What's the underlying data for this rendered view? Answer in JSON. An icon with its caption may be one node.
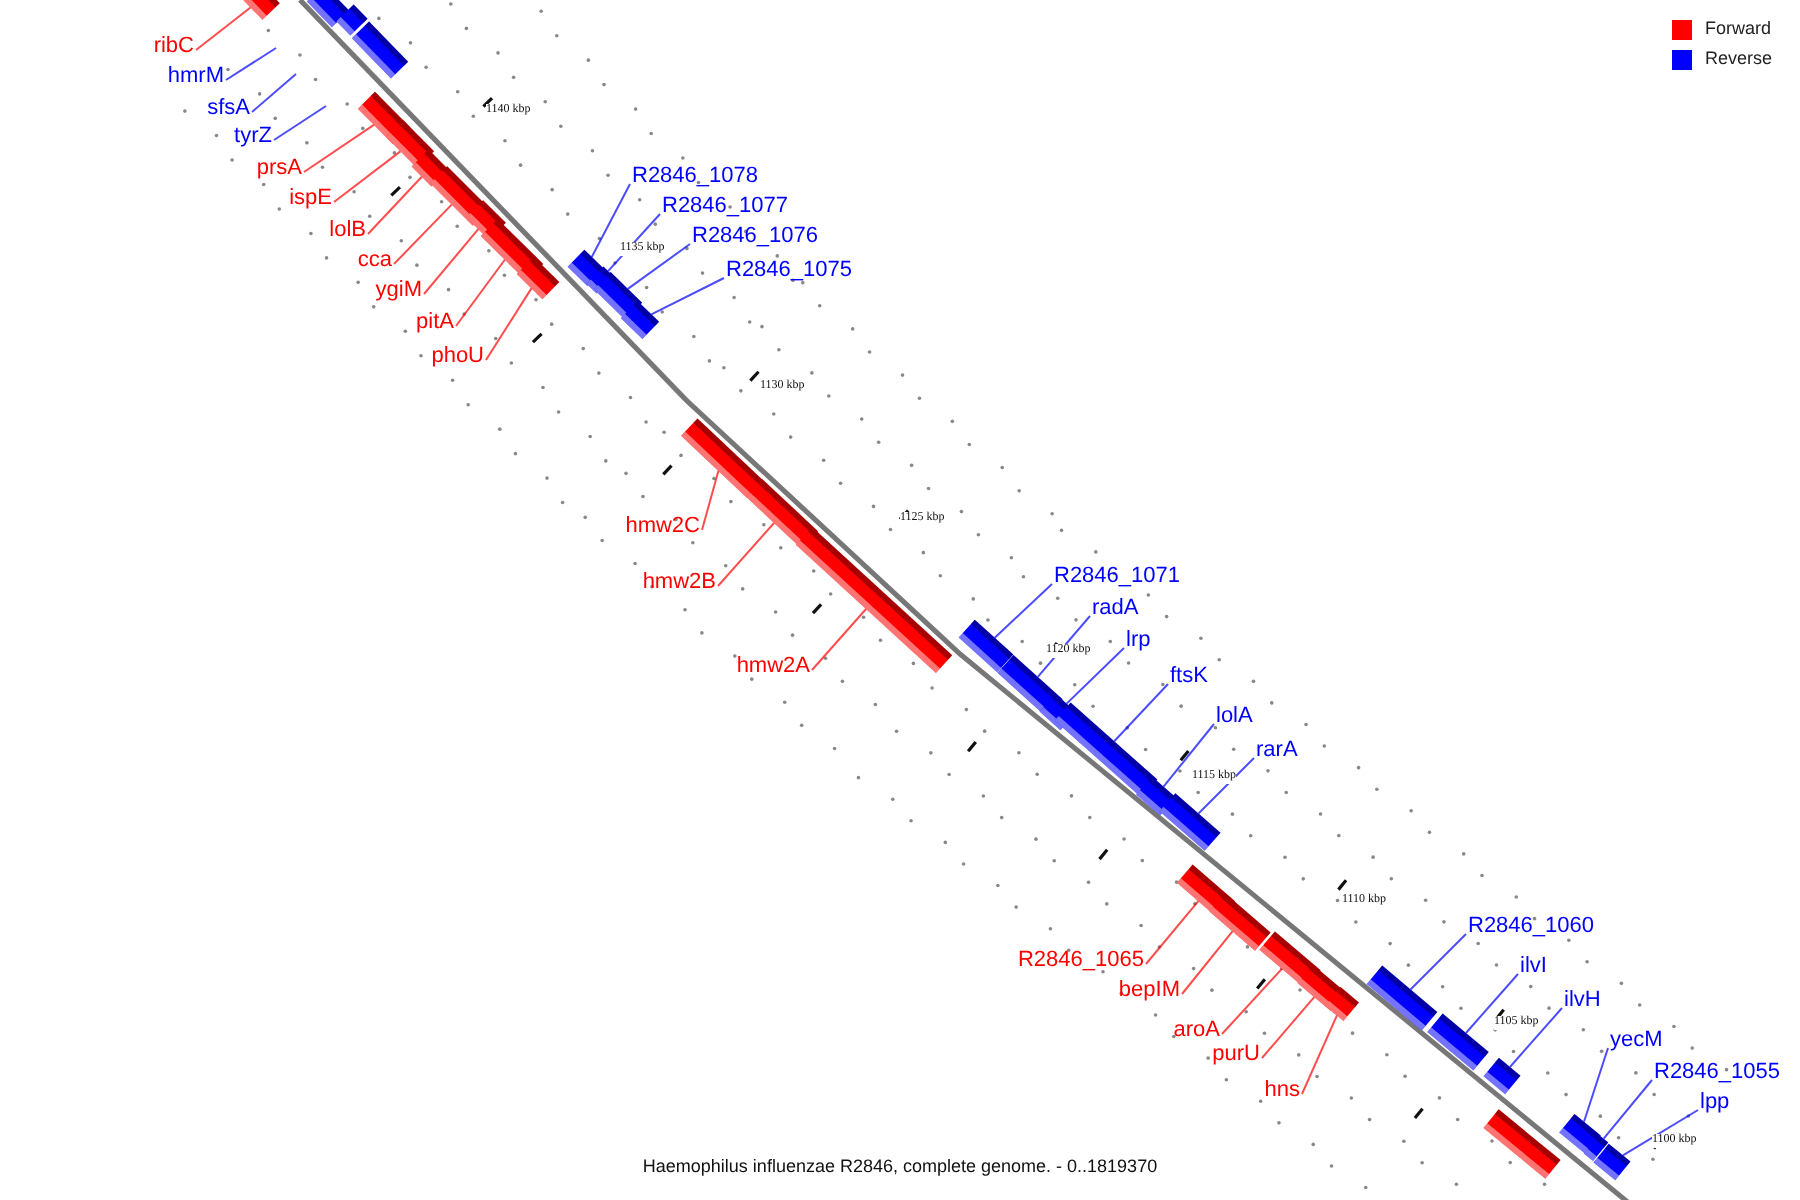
{
  "diagram": {
    "caption": "Haemophilus influenzae R2846, complete genome. - 0..1819370",
    "nodes": [
      {
        "text": [
          "ribC"
        ]
      },
      {
        "text": [],
        "shape": "bar"
      },
      {
        "text": [
          "hmrM"
        ]
      },
      {
        "text": [
          "sfsA"
        ]
      },
      {
        "text": [
          "tyrZ"
        ]
      },
      {
        "text": [],
        "shape": "bar"
      },
      {
        "text": [],
        "shape": "bar"
      },
      {
        "text": [],
        "shape": "bar"
      },
      {
        "text": [
          "prsA"
        ]
      },
      {
        "text": [],
        "shape": "bar"
      },
      {
        "text": [
          "ispE"
        ]
      },
      {
        "text": [],
        "shape": "bar"
      },
      {
        "text": [
          "lolB"
        ]
      },
      {
        "text": [],
        "shape": "bar"
      },
      {
        "text": [
          "cca"
        ]
      },
      {
        "text": [],
        "shape": "bar"
      },
      {
        "text": [
          "ygiM"
        ]
      },
      {
        "text": [],
        "shape": "bar"
      },
      {
        "text": [
          "pitA"
        ]
      },
      {
        "text": [],
        "shape": "bar"
      },
      {
        "text": [
          "phoU"
        ]
      },
      {
        "text": [],
        "shape": "bar"
      },
      {
        "text": [
          "R2846_1078"
        ]
      },
      {
        "text": [],
        "shape": "bar"
      },
      {
        "text": [
          "R2846_1077"
        ]
      },
      {
        "text": [],
        "shape": "bar"
      },
      {
        "text": [
          "R2846_1076"
        ]
      },
      {
        "text": [],
        "shape": "bar"
      },
      {
        "text": [
          "R2846_1075"
        ]
      },
      {
        "text": [],
        "shape": "bar"
      },
      {
        "text": [
          "hmw2C"
        ]
      },
      {
        "text": [],
        "shape": "bar"
      },
      {
        "text": [
          "hmw2B"
        ]
      },
      {
        "text": [],
        "shape": "bar"
      },
      {
        "text": [
          "hmw2A"
        ]
      },
      {
        "text": [],
        "shape": "bar"
      },
      {
        "text": [
          "R2846_1071"
        ]
      },
      {
        "text": [],
        "shape": "bar"
      },
      {
        "text": [
          "radA"
        ]
      },
      {
        "text": [],
        "shape": "bar"
      },
      {
        "text": [
          "lrp"
        ]
      },
      {
        "text": [],
        "shape": "bar"
      },
      {
        "text": [
          "ftsK"
        ]
      },
      {
        "text": [],
        "shape": "bar"
      },
      {
        "text": [
          "lolA"
        ]
      },
      {
        "text": [],
        "shape": "bar"
      },
      {
        "text": [
          "rarA"
        ]
      },
      {
        "text": [],
        "shape": "bar"
      },
      {
        "text": [
          "R2846_1065"
        ]
      },
      {
        "text": [],
        "shape": "bar"
      },
      {
        "text": [
          "bepIM"
        ]
      },
      {
        "text": [],
        "shape": "bar"
      },
      {
        "text": [
          "aroA"
        ]
      },
      {
        "text": [],
        "shape": "bar"
      },
      {
        "text": [
          "purU"
        ]
      },
      {
        "text": [],
        "shape": "bar"
      },
      {
        "text": [
          "hns"
        ]
      },
      {
        "text": [],
        "shape": "bar"
      },
      {
        "text": [
          "R2846_1060"
        ]
      },
      {
        "text": [],
        "shape": "bar"
      },
      {
        "text": [
          "ilvI"
        ]
      },
      {
        "text": [],
        "shape": "bar"
      },
      {
        "text": [
          "ilvH"
        ]
      },
      {
        "text": [],
        "shape": "bar"
      },
      {
        "text": [
          "yecM"
        ]
      },
      {
        "text": [],
        "shape": "bar"
      },
      {
        "text": [
          "R2846_1055"
        ]
      },
      {
        "text": [],
        "shape": "bar"
      },
      {
        "text": [
          "lpp"
        ]
      },
      {
        "text": [],
        "shape": "bar"
      },
      {
        "text": [],
        "shape": "bar"
      }
    ],
    "edges": [
      {
        "from": 0,
        "to": 1,
        "arrow": "none",
        "color": "#ff0000"
      },
      {
        "from": 2,
        "to": null,
        "arrow": "none"
      },
      {
        "from": 3,
        "to": null,
        "arrow": "none"
      },
      {
        "from": 4,
        "to": null,
        "arrow": "none"
      },
      {
        "from": 8,
        "to": 9,
        "arrow": "none",
        "color": "#ff0000"
      },
      {
        "from": 10,
        "to": 11,
        "arrow": "none",
        "color": "#ff0000"
      },
      {
        "from": 12,
        "to": 13,
        "arrow": "none",
        "color": "#ff0000"
      },
      {
        "from": 14,
        "to": 15,
        "arrow": "none",
        "color": "#ff0000"
      },
      {
        "from": 16,
        "to": 17,
        "arrow": "none",
        "color": "#ff0000"
      },
      {
        "from": 18,
        "to": 19,
        "arrow": "none",
        "color": "#ff0000"
      },
      {
        "from": 20,
        "to": 21,
        "arrow": "none",
        "color": "#ff0000"
      },
      {
        "from": 22,
        "to": 23,
        "arrow": "none"
      },
      {
        "from": 24,
        "to": 25,
        "arrow": "none"
      },
      {
        "from": 26,
        "to": 27,
        "arrow": "none"
      },
      {
        "from": 28,
        "to": 29,
        "arrow": "none"
      },
      {
        "from": 30,
        "to": 31,
        "arrow": "none",
        "color": "#ff0000"
      },
      {
        "from": 32,
        "to": 33,
        "arrow": "none",
        "color": "#ff0000"
      },
      {
        "from": 34,
        "to": 35,
        "arrow": "none",
        "color": "#ff0000"
      },
      {
        "from": 36,
        "to": 37,
        "arrow": "none"
      },
      {
        "from": 38,
        "to": 39,
        "arrow": "none"
      },
      {
        "from": 40,
        "to": 41,
        "arrow": "none"
      },
      {
        "from": 42,
        "to": 43,
        "arrow": "none"
      },
      {
        "from": 44,
        "to": 45,
        "arrow": "none"
      },
      {
        "from": 46,
        "to": 47,
        "arrow": "none"
      },
      {
        "from": 48,
        "to": 49,
        "arrow": "none",
        "color": "#ff0000"
      },
      {
        "from": 50,
        "to": 51,
        "arrow": "none",
        "color": "#ff0000"
      },
      {
        "from": 52,
        "to": 53,
        "arrow": "none",
        "color": "#ff0000"
      },
      {
        "from": 54,
        "to": 55,
        "arrow": "none",
        "color": "#ff0000"
      },
      {
        "from": 56,
        "to": 57,
        "arrow": "none",
        "color": "#ff0000"
      },
      {
        "from": 58,
        "to": 59,
        "arrow": "none"
      },
      {
        "from": 60,
        "to": 61,
        "arrow": "none"
      },
      {
        "from": 62,
        "to": 63,
        "arrow": "none"
      },
      {
        "from": 64,
        "to": 65,
        "arrow": "none"
      },
      {
        "from": 66,
        "to": 67,
        "arrow": "none"
      },
      {
        "from": 68,
        "to": 69,
        "arrow": "none"
      }
    ],
    "labels": [
      "1140 kbp",
      "1135 kbp",
      "1130 kbp",
      "1125 kbp",
      "1120 kbp",
      "1115 kbp",
      "1110 kbp",
      "1105 kbp",
      "1100 kbp"
    ],
    "legend": [
      {
        "text": "Forward",
        "color": "#ff0000"
      },
      {
        "text": "Reverse",
        "color": "#0000ff"
      }
    ]
  }
}
